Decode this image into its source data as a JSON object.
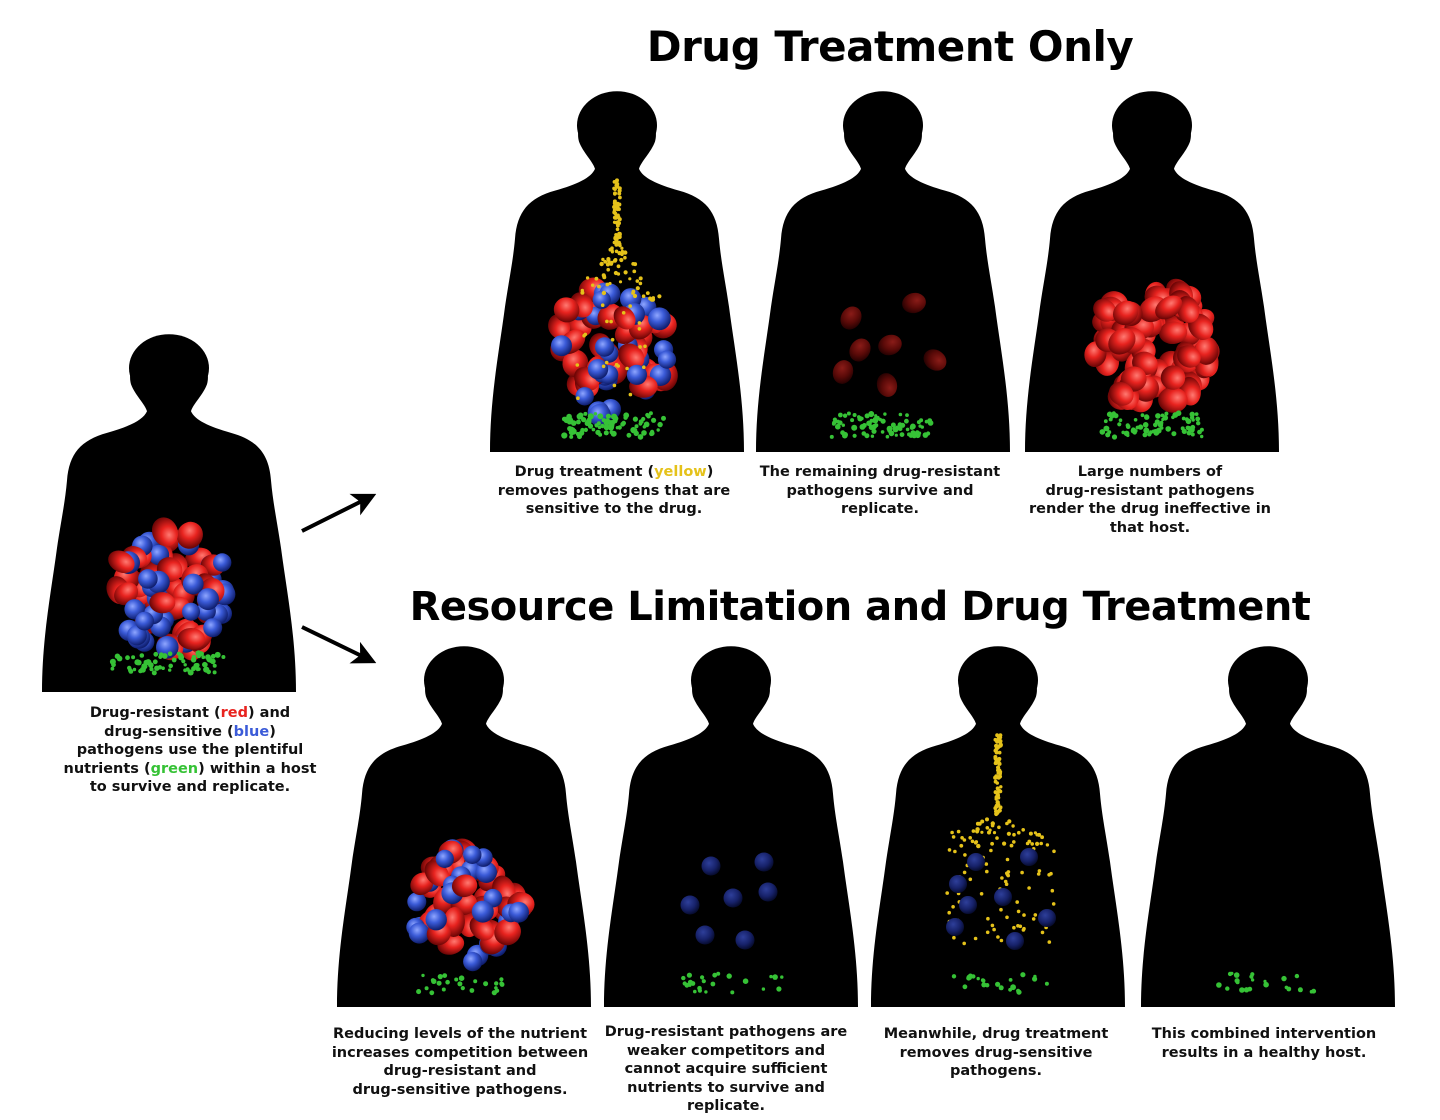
{
  "titles": {
    "top": "Drug Treatment Only",
    "bottom": "Resource Limitation and Drug Treatment"
  },
  "colors": {
    "resistant": "#e8231f",
    "sensitive": "#3b5bd8",
    "nutrient": "#36c236",
    "drug": "#e5c21a",
    "silhouette": "#000000"
  },
  "panels": [
    {
      "id": "initial",
      "caption": {
        "l1a": "Drug-resistant (",
        "l1b": "red",
        "l1c": ") and",
        "l2a": "drug-sensitive (",
        "l2b": "blue",
        "l2c": ")",
        "l3": "pathogens use the plentiful",
        "l4a": "nutrients (",
        "l4b": "green",
        "l4c": ") within a host",
        "l5": "to survive and replicate."
      }
    },
    {
      "id": "drug-only-1",
      "caption": {
        "l1a": "Drug treatment (",
        "l1b": "yellow",
        "l1c": ")",
        "l2": "removes pathogens that are",
        "l3": "sensitive to the drug."
      }
    },
    {
      "id": "drug-only-2",
      "caption": {
        "l1": "The remaining drug-resistant",
        "l2": "pathogens survive and",
        "l3": "replicate."
      }
    },
    {
      "id": "drug-only-3",
      "caption": {
        "l1": "Large numbers of",
        "l2": "drug-resistant pathogens",
        "l3": "render the drug ineffective in",
        "l4": "that host."
      }
    },
    {
      "id": "combined-1",
      "caption": {
        "l1": "Reducing levels of the nutrient",
        "l2": "increases competition between",
        "l3": "drug-resistant and",
        "l4": "drug-sensitive pathogens."
      }
    },
    {
      "id": "combined-2",
      "caption": {
        "l1": "Drug-resistant pathogens are",
        "l2": "weaker competitors and",
        "l3": "cannot acquire sufficient",
        "l4": "nutrients to survive and",
        "l5": "replicate."
      }
    },
    {
      "id": "combined-3",
      "caption": {
        "l1": "Meanwhile, drug treatment",
        "l2": "removes drug-sensitive",
        "l3": "pathogens."
      }
    },
    {
      "id": "combined-4",
      "caption": {
        "l1": "This combined intervention",
        "l2": "results in a healthy host."
      }
    }
  ]
}
